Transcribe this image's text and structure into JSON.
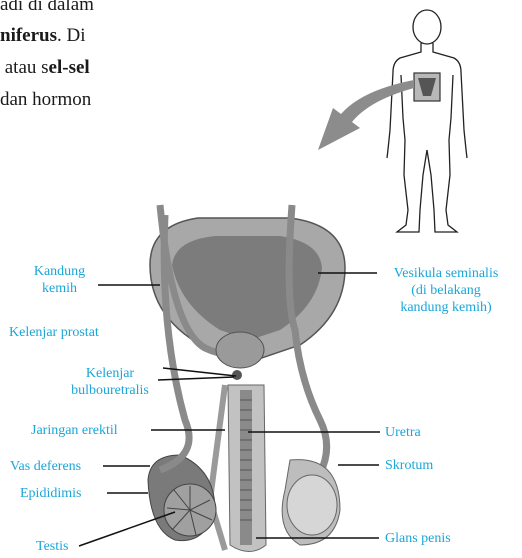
{
  "text_fragment": [
    "adi di dalam",
    "niferus. Di",
    "atau sel-sel",
    "dan hormon"
  ],
  "text_fragment_bold": [
    "niferus",
    "el-sel"
  ],
  "labels": {
    "kandung_kemih": [
      "Kandung",
      "kemih"
    ],
    "kelenjar_prostat": "Kelenjar prostat",
    "kelenjar_bulbouretralis": [
      "Kelenjar",
      "bulbouretralis"
    ],
    "jaringan_erektil": "Jaringan erektil",
    "vas_deferens": "Vas deferens",
    "epididimis": "Epididimis",
    "testis": "Testis",
    "vesikula_seminalis": [
      "Vesikula seminalis",
      "(di belakang",
      "kandung kemih)"
    ],
    "uretra": "Uretra",
    "skrotum": "Skrotum",
    "glans_penis": "Glans penis"
  },
  "colors": {
    "label": "#1aa6d9",
    "line": "#111111",
    "arrow": "#8c8c8c"
  }
}
